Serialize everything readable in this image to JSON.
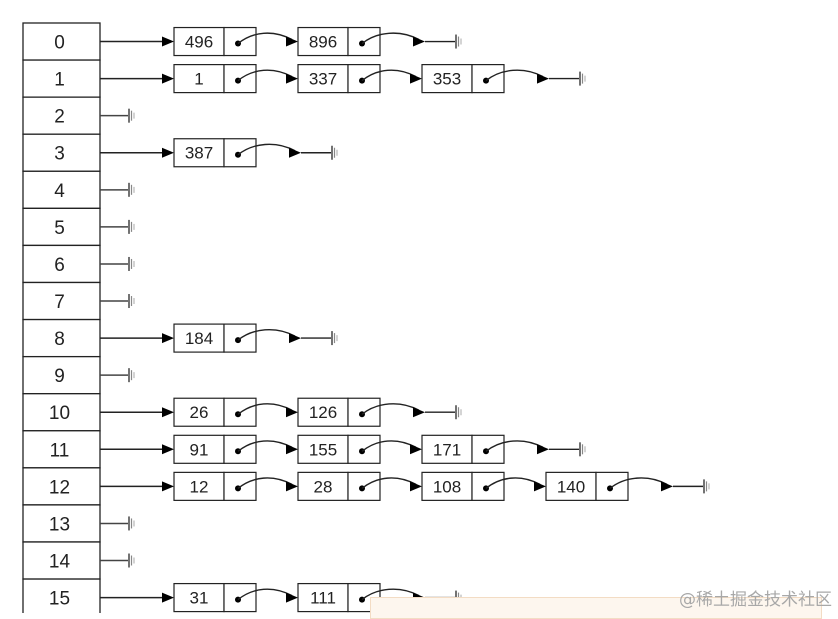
{
  "hash_table": {
    "buckets": [
      {
        "index": "0",
        "chain": [
          "496",
          "896"
        ]
      },
      {
        "index": "1",
        "chain": [
          "1",
          "337",
          "353"
        ]
      },
      {
        "index": "2",
        "chain": []
      },
      {
        "index": "3",
        "chain": [
          "387"
        ]
      },
      {
        "index": "4",
        "chain": []
      },
      {
        "index": "5",
        "chain": []
      },
      {
        "index": "6",
        "chain": []
      },
      {
        "index": "7",
        "chain": []
      },
      {
        "index": "8",
        "chain": [
          "184"
        ]
      },
      {
        "index": "9",
        "chain": []
      },
      {
        "index": "10",
        "chain": [
          "26",
          "126"
        ]
      },
      {
        "index": "11",
        "chain": [
          "91",
          "155",
          "171"
        ]
      },
      {
        "index": "12",
        "chain": [
          "12",
          "28",
          "108",
          "140"
        ]
      },
      {
        "index": "13",
        "chain": []
      },
      {
        "index": "14",
        "chain": []
      },
      {
        "index": "15",
        "chain": [
          "31",
          "111"
        ]
      }
    ]
  },
  "watermark": "@稀土掘金技术社区"
}
